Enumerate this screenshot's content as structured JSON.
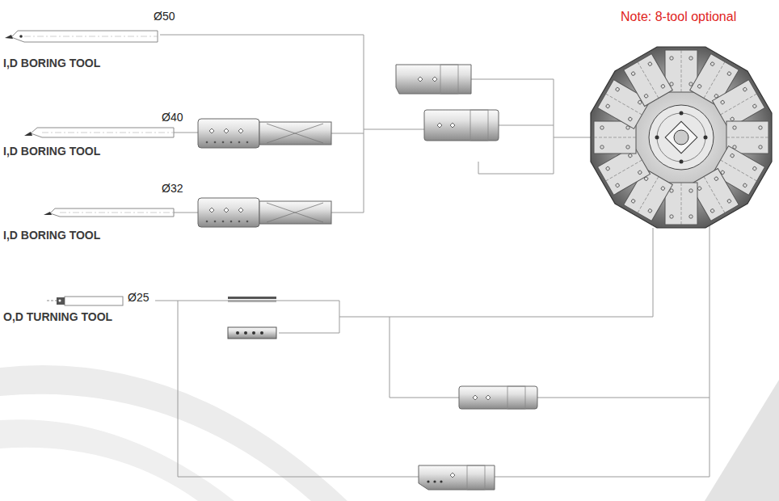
{
  "diagram": {
    "nodes": [
      {
        "text": [
          "Ø50",
          "I,D BORING TOOL"
        ]
      },
      {
        "text": [
          "Ø40",
          "I,D BORING TOOL"
        ]
      },
      {
        "text": [
          "Ø32",
          "I,D BORING TOOL"
        ]
      },
      {
        "text": [
          "Ø25",
          "O,D TURNING TOOL"
        ]
      }
    ],
    "labels": [
      "Note: 8-tool optional"
    ]
  }
}
